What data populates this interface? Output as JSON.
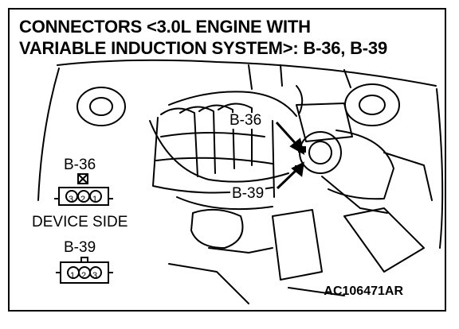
{
  "title_line1": "CONNECTORS <3.0L ENGINE WITH",
  "title_line2": "VARIABLE INDUCTION SYSTEM>: B-36, B-39",
  "callouts": {
    "b36": "B-36",
    "b39": "B-39"
  },
  "inset": {
    "b36_label": "B-36",
    "b36_pins": [
      "3",
      "2",
      "1"
    ],
    "device_side": "DEVICE SIDE",
    "b39_label": "B-39",
    "b39_pins": [
      "1",
      "2",
      "3"
    ]
  },
  "figure_code": "AC106471AR"
}
